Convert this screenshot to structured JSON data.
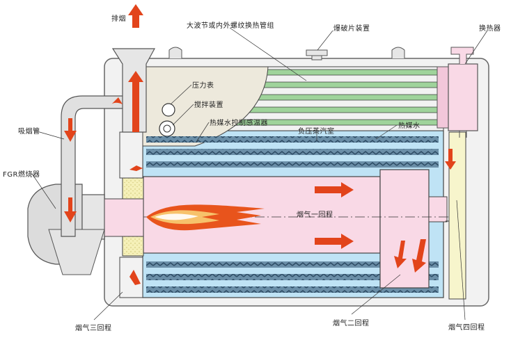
{
  "labels": {
    "exhaust": "排烟",
    "big_ripple_tube": "大波节或内外螺纹换热管组",
    "burst_disc": "爆破片装置",
    "heat_exchanger": "换热器",
    "pressure_gauge": "压力表",
    "stirring_device": "搅拌装置",
    "temp_sensor": "热媒水控制感温器",
    "negative_pressure_steam": "负压蒸汽室",
    "heat_medium_water": "热媒水",
    "suction_pipe": "吸烟管",
    "fgr_burner": "FGR燃烧器",
    "flue_pass_1": "烟气一回程",
    "flue_pass_2": "烟气二回程",
    "flue_pass_3": "烟气三回程",
    "flue_pass_4": "烟气四回程"
  },
  "colors": {
    "water": "#bfe3f5",
    "furnace": "#f9d9e6",
    "tube": "#9fd39b",
    "flame": "#e8541c",
    "arrow": "#e2441b",
    "shell": "#f2f2f2"
  }
}
